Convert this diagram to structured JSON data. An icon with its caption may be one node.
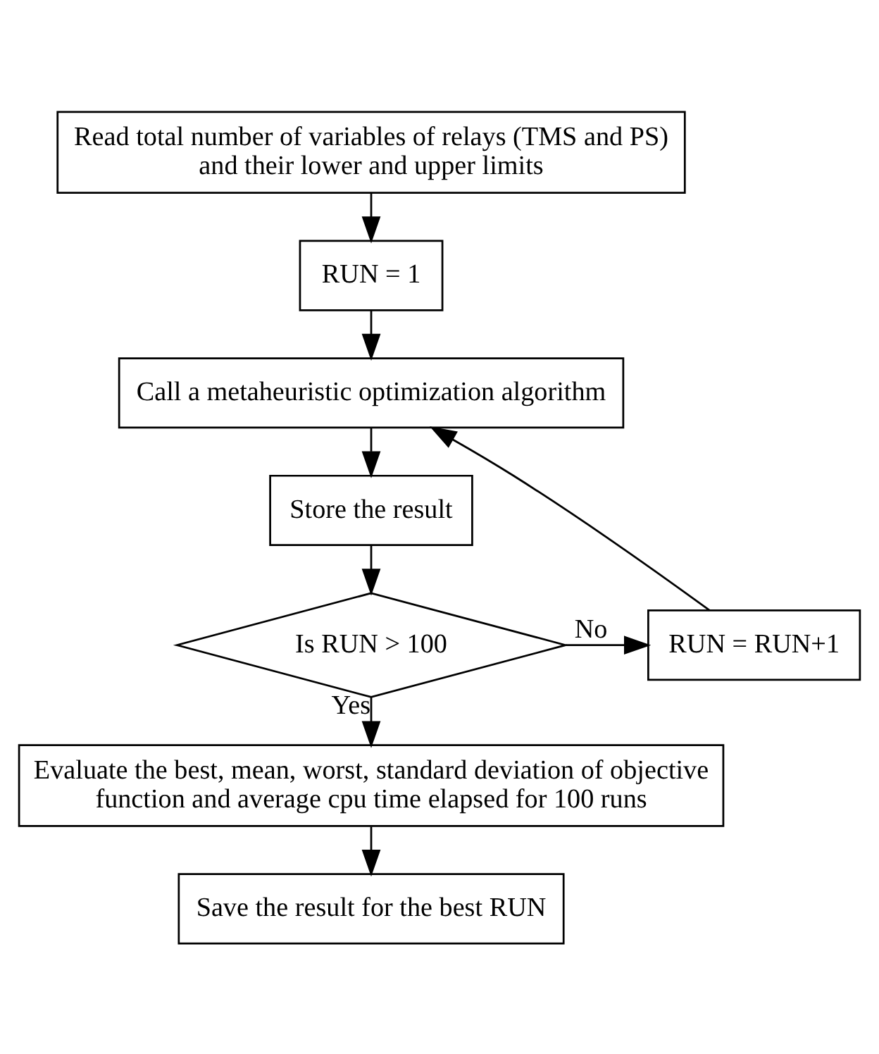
{
  "diagram": {
    "nodes": [
      {
        "text": [
          "Read total number of variables of relays (TMS and PS) and their lower and upper limits"
        ]
      },
      {
        "text": [
          "RUN = 1"
        ]
      },
      {
        "text": [
          "Call a metaheuristic optimization algorithm"
        ]
      },
      {
        "text": [
          "Store the result"
        ]
      },
      {
        "text": [
          "Is RUN > 100"
        ]
      },
      {
        "text": [
          "RUN = RUN+1"
        ]
      },
      {
        "text": [
          "Evaluate the best, mean, worst, standard deviation of objective function and average cpu time elapsed for 100 runs"
        ]
      },
      {
        "text": [
          "Save the result for the best RUN"
        ]
      }
    ],
    "edges": [
      {
        "from": 0,
        "to": 1,
        "arrow": "to"
      },
      {
        "from": 1,
        "to": 2,
        "arrow": "to"
      },
      {
        "from": 2,
        "to": 3,
        "arrow": "to"
      },
      {
        "from": 3,
        "to": 4,
        "arrow": "to"
      },
      {
        "from": 4,
        "to": 5,
        "arrow": "to",
        "label": "No"
      },
      {
        "from": 5,
        "to": 2,
        "arrow": "to"
      },
      {
        "from": 4,
        "to": 6,
        "arrow": "to",
        "label": "Yes"
      },
      {
        "from": 6,
        "to": 7,
        "arrow": "to"
      }
    ]
  }
}
